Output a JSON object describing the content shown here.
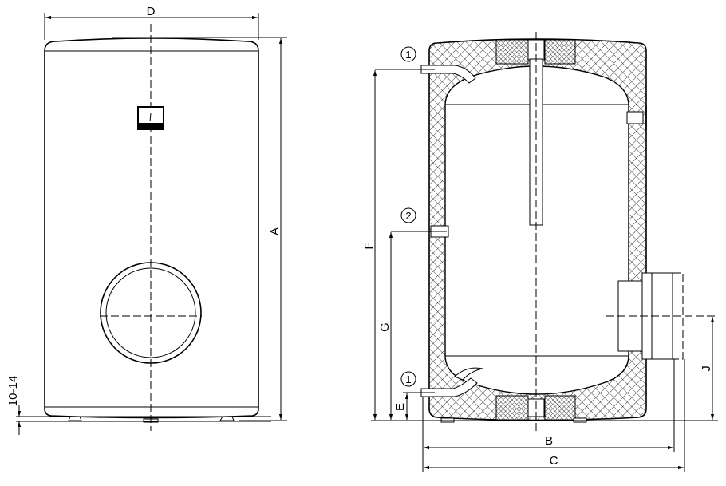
{
  "front_view": {
    "dim_width_label": "D",
    "dim_height_label": "A",
    "dim_feet_label": "10-14"
  },
  "section_view": {
    "dim_labels": {
      "F": "F",
      "G": "G",
      "E": "E",
      "J": "J",
      "B": "B",
      "C": "C"
    },
    "callouts": [
      "1",
      "2",
      "1"
    ]
  },
  "colors": {
    "line": "#000000",
    "background": "#ffffff"
  }
}
